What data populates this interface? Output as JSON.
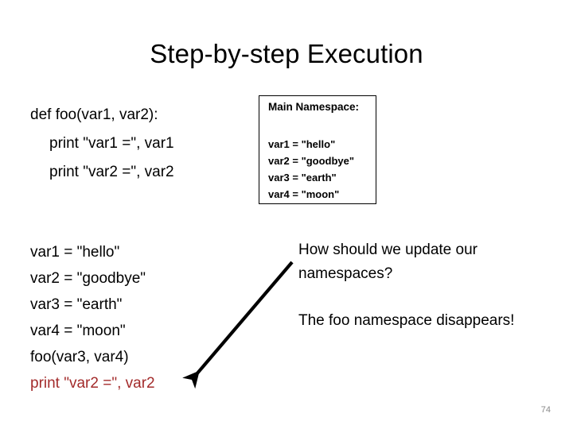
{
  "slide": {
    "title": "Step-by-step Execution",
    "page_number": "74",
    "accent_color": "#A32B2B",
    "text_color": "#000000",
    "page_number_color": "#8a8a8a"
  },
  "function_definition": {
    "lines": [
      {
        "text": "def foo(var1, var2):",
        "indent": 0,
        "color": "#000000"
      },
      {
        "text": "print \"var1 =\", var1",
        "indent": 1,
        "color": "#000000"
      },
      {
        "text": "print \"var2 =\", var2",
        "indent": 1,
        "color": "#000000"
      }
    ]
  },
  "main_program": {
    "lines": [
      {
        "text": "var1 = \"hello\"",
        "highlight": false
      },
      {
        "text": "var2 = \"goodbye\"",
        "highlight": false
      },
      {
        "text": "var3 = \"earth\"",
        "highlight": false
      },
      {
        "text": "var4 = \"moon\"",
        "highlight": false
      },
      {
        "text": "foo(var3, var4)",
        "highlight": false
      },
      {
        "text": "print \"var2 =\", var2",
        "highlight": true
      }
    ]
  },
  "namespace_box": {
    "title": "Main Namespace:",
    "entries": [
      "var1 = \"hello\"",
      "var2 = \"goodbye\"",
      "var3 = \"earth\"",
      "var4 = \"moon\""
    ]
  },
  "notes": {
    "question": "How should we update our namespaces?",
    "answer": "The foo namespace disappears!"
  },
  "arrow": {
    "label": "pointer-from-note-to-highlighted-line",
    "color": "#000000"
  }
}
